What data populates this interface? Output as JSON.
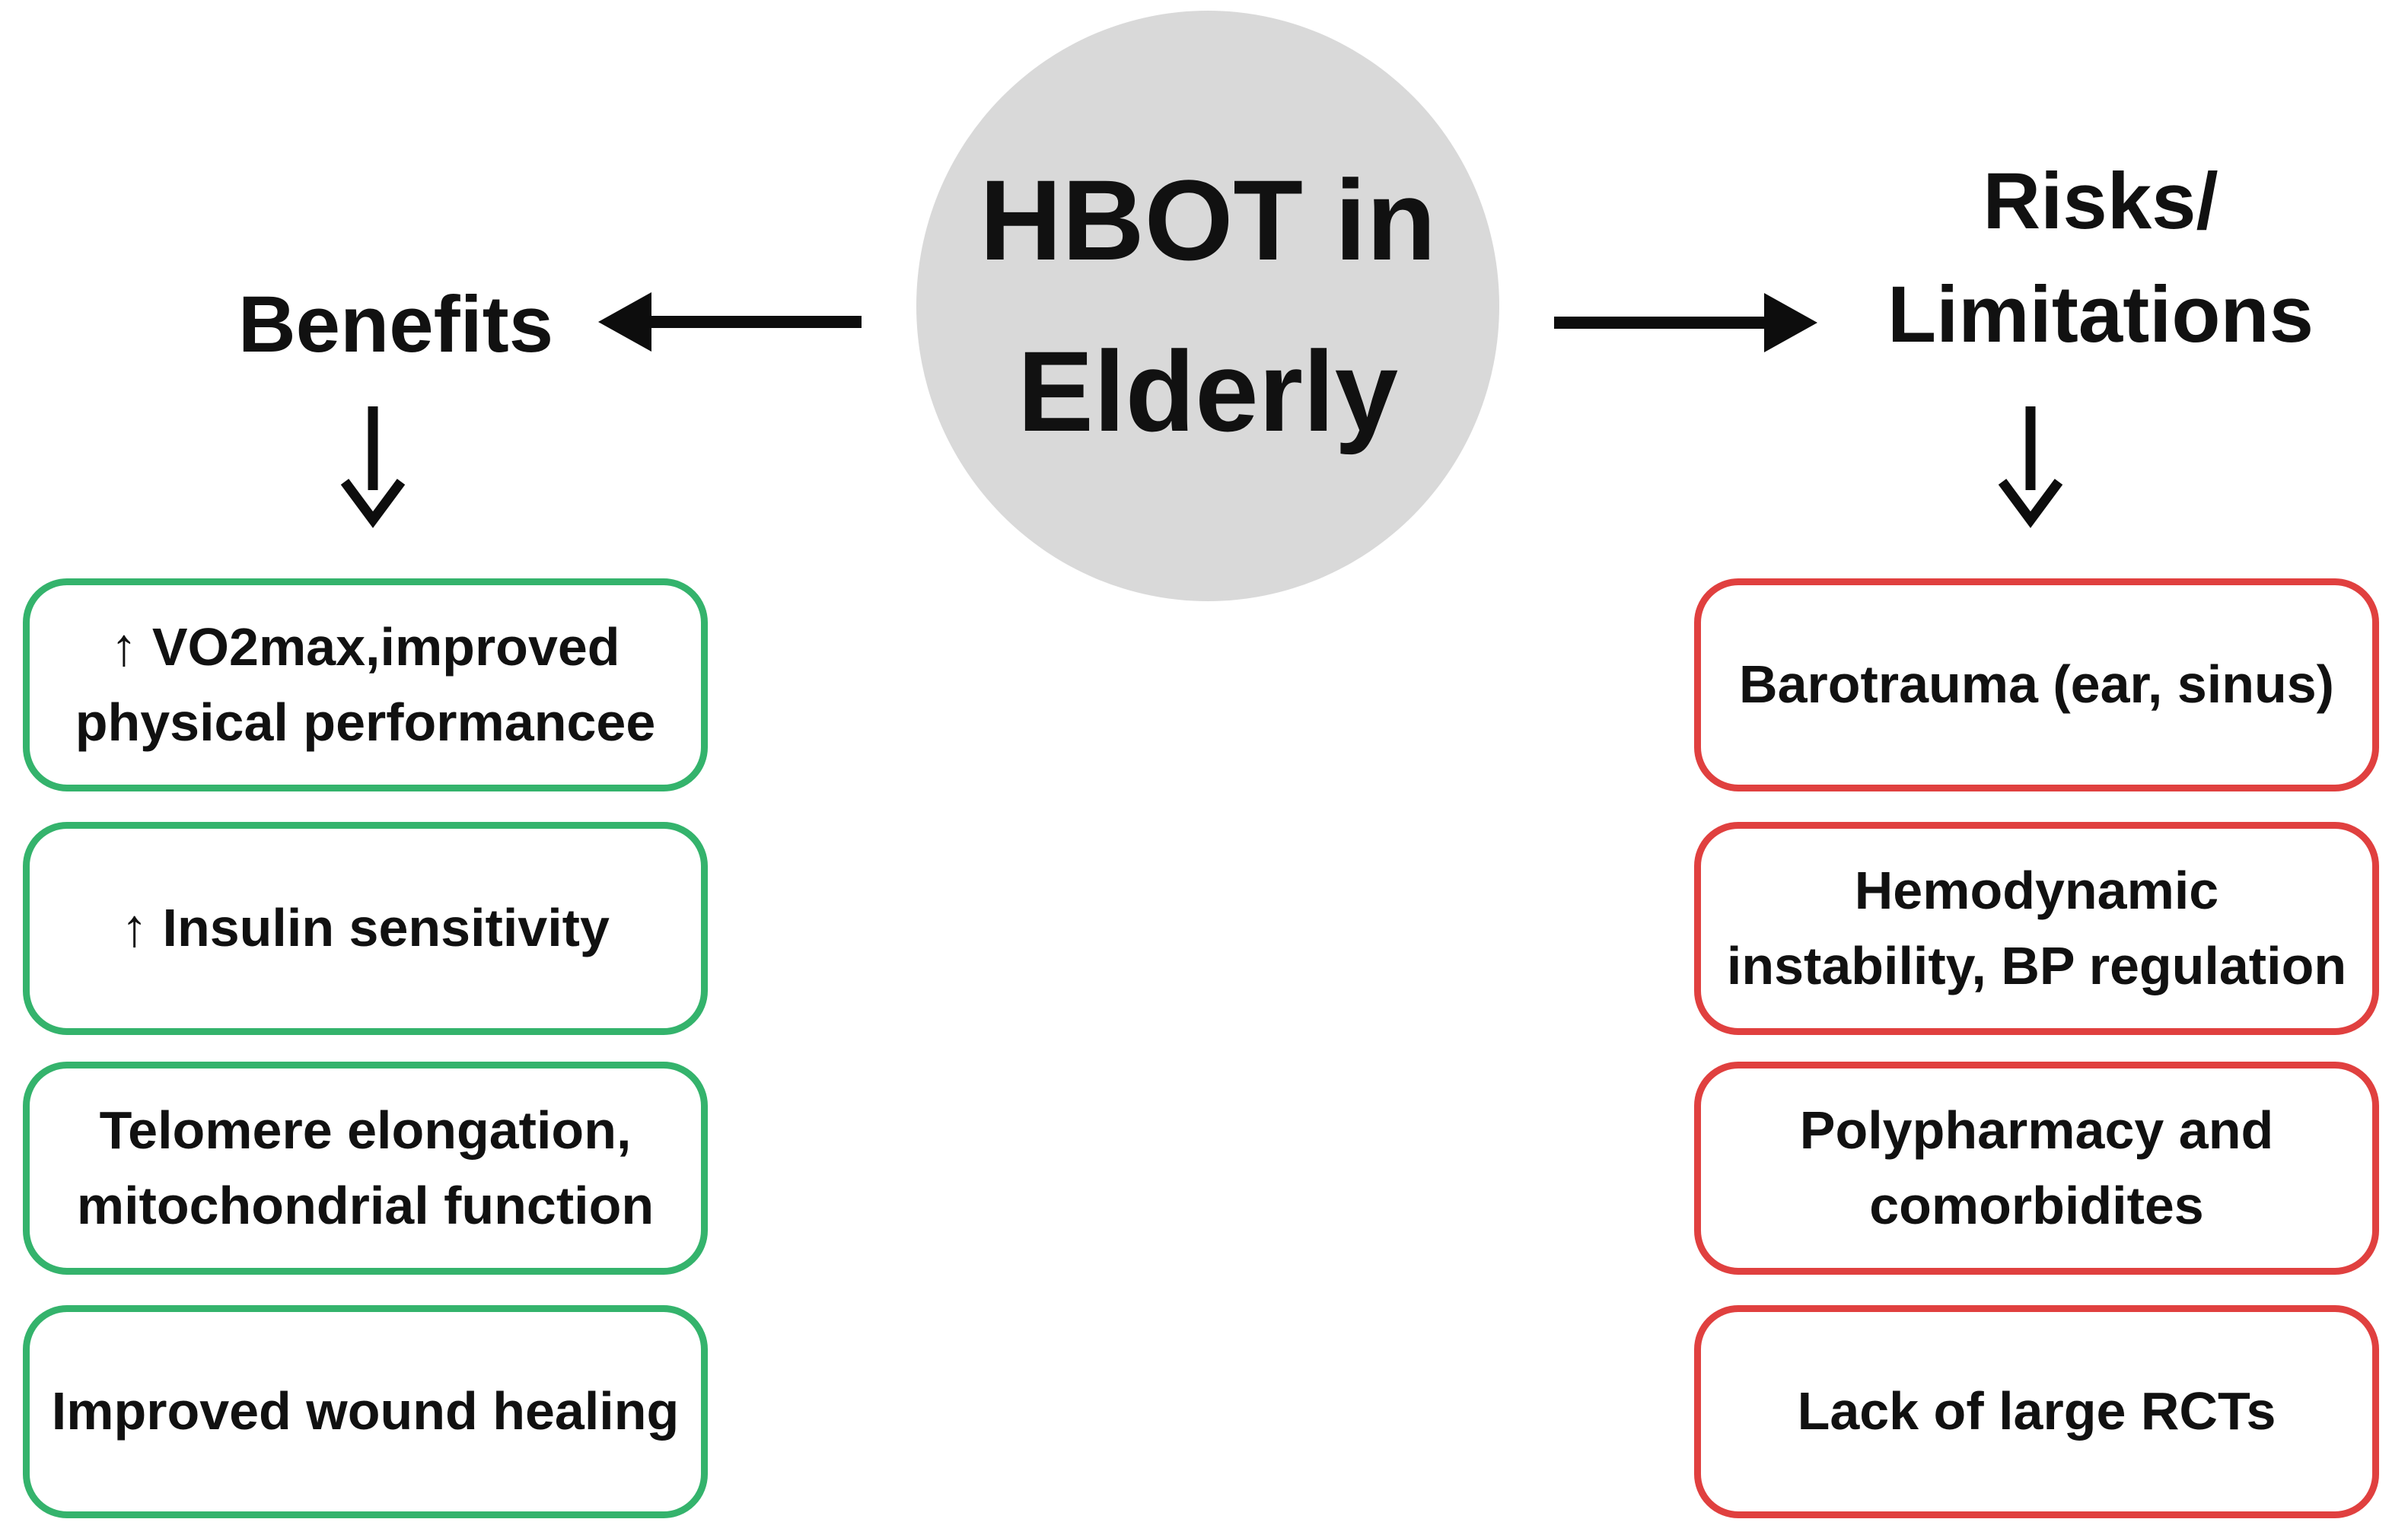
{
  "diagram": {
    "center": {
      "title": "HBOT in\nElderly"
    },
    "left": {
      "heading": "Benefits",
      "boxes": [
        {
          "label": "↑ VO2max,improved\nphysical performancee"
        },
        {
          "label": "↑ Insulin sensitivity"
        },
        {
          "label": "Telomere elongation,\nmitochondrial function"
        },
        {
          "label": "Improved wound healing"
        }
      ]
    },
    "right": {
      "heading": "Risks/\nLimitations",
      "boxes": [
        {
          "label": "Barotrauma (ear, sinus)"
        },
        {
          "label": "Hemodynamic\ninstability, BP regulation"
        },
        {
          "label": "Polypharmacy and\ncomorbidites"
        },
        {
          "label": "Lack of large RCTs"
        }
      ]
    },
    "colors": {
      "benefit_border": "#34b36c",
      "risk_border": "#e0403f",
      "circle_fill": "#d9d9d9",
      "arrow": "#0d0d0d",
      "text": "#111111",
      "background": "#ffffff"
    }
  }
}
